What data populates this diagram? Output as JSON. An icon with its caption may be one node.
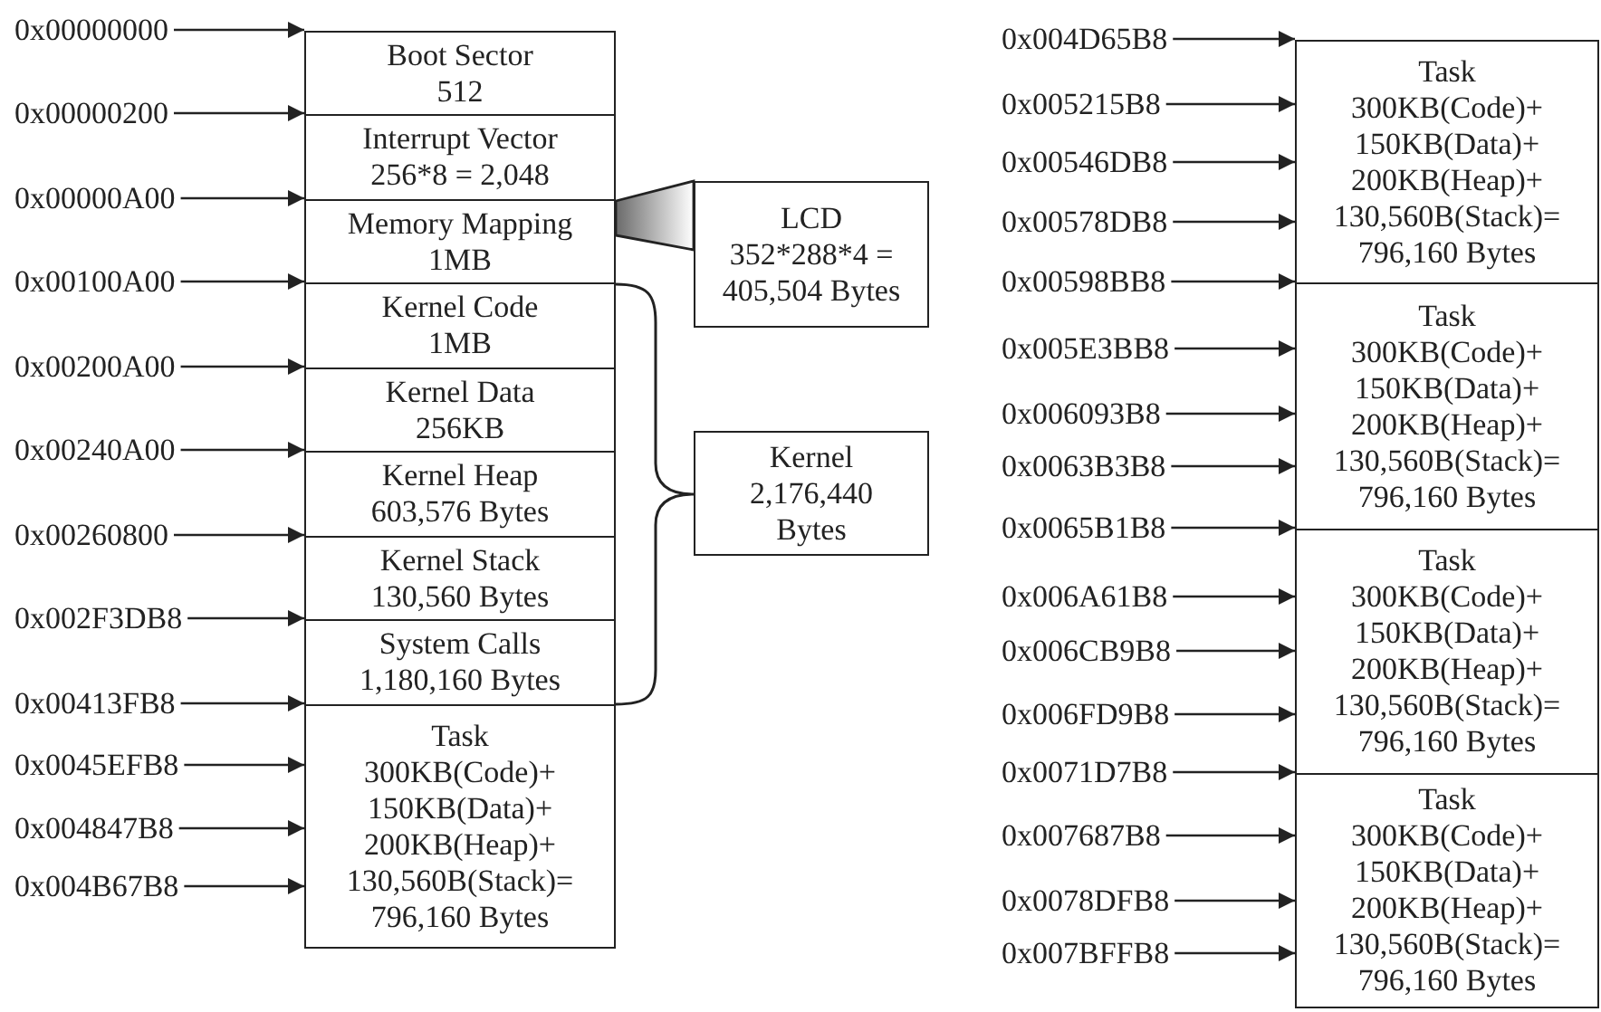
{
  "diagram": {
    "nodes": [
      {
        "text": [
          "Boot Sector",
          "512"
        ]
      },
      {
        "text": [
          "Interrupt Vector",
          "256*8 = 2,048"
        ]
      },
      {
        "text": [
          "Memory Mapping",
          "1MB"
        ]
      },
      {
        "text": [
          "Kernel Code",
          "1MB"
        ]
      },
      {
        "text": [
          "Kernel Data",
          "256KB"
        ]
      },
      {
        "text": [
          "Kernel Heap",
          "603,576 Bytes"
        ]
      },
      {
        "text": [
          "Kernel Stack",
          "130,560 Bytes"
        ]
      },
      {
        "text": [
          "System Calls",
          "1,180,160 Bytes"
        ]
      },
      {
        "text": [
          "Task",
          "300KB(Code)+ 150KB(Data)+ 200KB(Heap)+ 130,560B(Stack)= 796,160 Bytes"
        ]
      },
      {
        "text": [
          "LCD",
          "352*288*4 = 405,504 Bytes"
        ]
      },
      {
        "text": [
          "Kernel",
          "2,176,440 Bytes"
        ]
      },
      {
        "text": [
          "Task",
          "300KB(Code)+ 150KB(Data)+ 200KB(Heap)+ 130,560B(Stack)= 796,160 Bytes"
        ]
      },
      {
        "text": [
          "Task",
          "300KB(Code)+ 150KB(Data)+ 200KB(Heap)+ 130,560B(Stack)= 796,160 Bytes"
        ]
      },
      {
        "text": [
          "Task",
          "300KB(Code)+ 150KB(Data)+ 200KB(Heap)+ 130,560B(Stack)= 796,160 Bytes"
        ]
      },
      {
        "text": [
          "Task",
          "300KB(Code)+ 150KB(Data)+ 200KB(Heap)+ 130,560B(Stack)= 796,160 Bytes"
        ]
      },
      {
        "text": [
          "0x00000000"
        ]
      },
      {
        "text": [
          "0x00000200"
        ]
      },
      {
        "text": [
          "0x00000A00"
        ]
      },
      {
        "text": [
          "0x00100A00"
        ]
      },
      {
        "text": [
          "0x00200A00"
        ]
      },
      {
        "text": [
          "0x00240A00"
        ]
      },
      {
        "text": [
          "0x00260800"
        ]
      },
      {
        "text": [
          "0x002F3DB8"
        ]
      },
      {
        "text": [
          "0x00413FB8"
        ]
      },
      {
        "text": [
          "0x0045EFB8"
        ]
      },
      {
        "text": [
          "0x004847B8"
        ]
      },
      {
        "text": [
          "0x004B67B8"
        ]
      },
      {
        "text": [
          "0x004D65B8"
        ]
      },
      {
        "text": [
          "0x005215B8"
        ]
      },
      {
        "text": [
          "0x00546DB8"
        ]
      },
      {
        "text": [
          "0x00578DB8"
        ]
      },
      {
        "text": [
          "0x00598BB8"
        ]
      },
      {
        "text": [
          "0x005E3BB8"
        ]
      },
      {
        "text": [
          "0x006093B8"
        ]
      },
      {
        "text": [
          "0x0063B3B8"
        ]
      },
      {
        "text": [
          "0x0065B1B8"
        ]
      },
      {
        "text": [
          "0x006A61B8"
        ]
      },
      {
        "text": [
          "0x006CB9B8"
        ]
      },
      {
        "text": [
          "0x006FD9B8"
        ]
      },
      {
        "text": [
          "0x0071D7B8"
        ]
      },
      {
        "text": [
          "0x007687B8"
        ]
      },
      {
        "text": [
          "0x0078DFB8"
        ]
      },
      {
        "text": [
          "0x007BFFB8"
        ]
      }
    ],
    "edges": [
      {
        "from": 15,
        "to": 0,
        "arrow": "to"
      },
      {
        "from": 16,
        "to": 1,
        "arrow": "to"
      },
      {
        "from": 17,
        "to": 2,
        "arrow": "to"
      },
      {
        "from": 18,
        "to": 3,
        "arrow": "to"
      },
      {
        "from": 19,
        "to": 4,
        "arrow": "to"
      },
      {
        "from": 20,
        "to": 5,
        "arrow": "to"
      },
      {
        "from": 21,
        "to": 6,
        "arrow": "to"
      },
      {
        "from": 22,
        "to": 7,
        "arrow": "to"
      },
      {
        "from": 23,
        "to": 8,
        "arrow": "to"
      },
      {
        "from": 24,
        "to": 8,
        "arrow": "to"
      },
      {
        "from": 25,
        "to": 8,
        "arrow": "to"
      },
      {
        "from": 26,
        "to": 8,
        "arrow": "to"
      },
      {
        "from": 27,
        "to": 11,
        "arrow": "to"
      },
      {
        "from": 28,
        "to": 11,
        "arrow": "to"
      },
      {
        "from": 29,
        "to": 11,
        "arrow": "to"
      },
      {
        "from": 30,
        "to": 11,
        "arrow": "to"
      },
      {
        "from": 31,
        "to": 12,
        "arrow": "to"
      },
      {
        "from": 32,
        "to": 12,
        "arrow": "to"
      },
      {
        "from": 33,
        "to": 12,
        "arrow": "to"
      },
      {
        "from": 34,
        "to": 12,
        "arrow": "to"
      },
      {
        "from": 35,
        "to": 13,
        "arrow": "to"
      },
      {
        "from": 36,
        "to": 13,
        "arrow": "to"
      },
      {
        "from": 37,
        "to": 13,
        "arrow": "to"
      },
      {
        "from": 38,
        "to": 13,
        "arrow": "to"
      },
      {
        "from": 39,
        "to": 14,
        "arrow": "to"
      },
      {
        "from": 40,
        "to": 14,
        "arrow": "to"
      },
      {
        "from": 41,
        "to": 14,
        "arrow": "to"
      },
      {
        "from": 42,
        "to": 14,
        "arrow": "to"
      },
      {
        "from": 2,
        "to": 9,
        "arrow": "none"
      }
    ]
  }
}
